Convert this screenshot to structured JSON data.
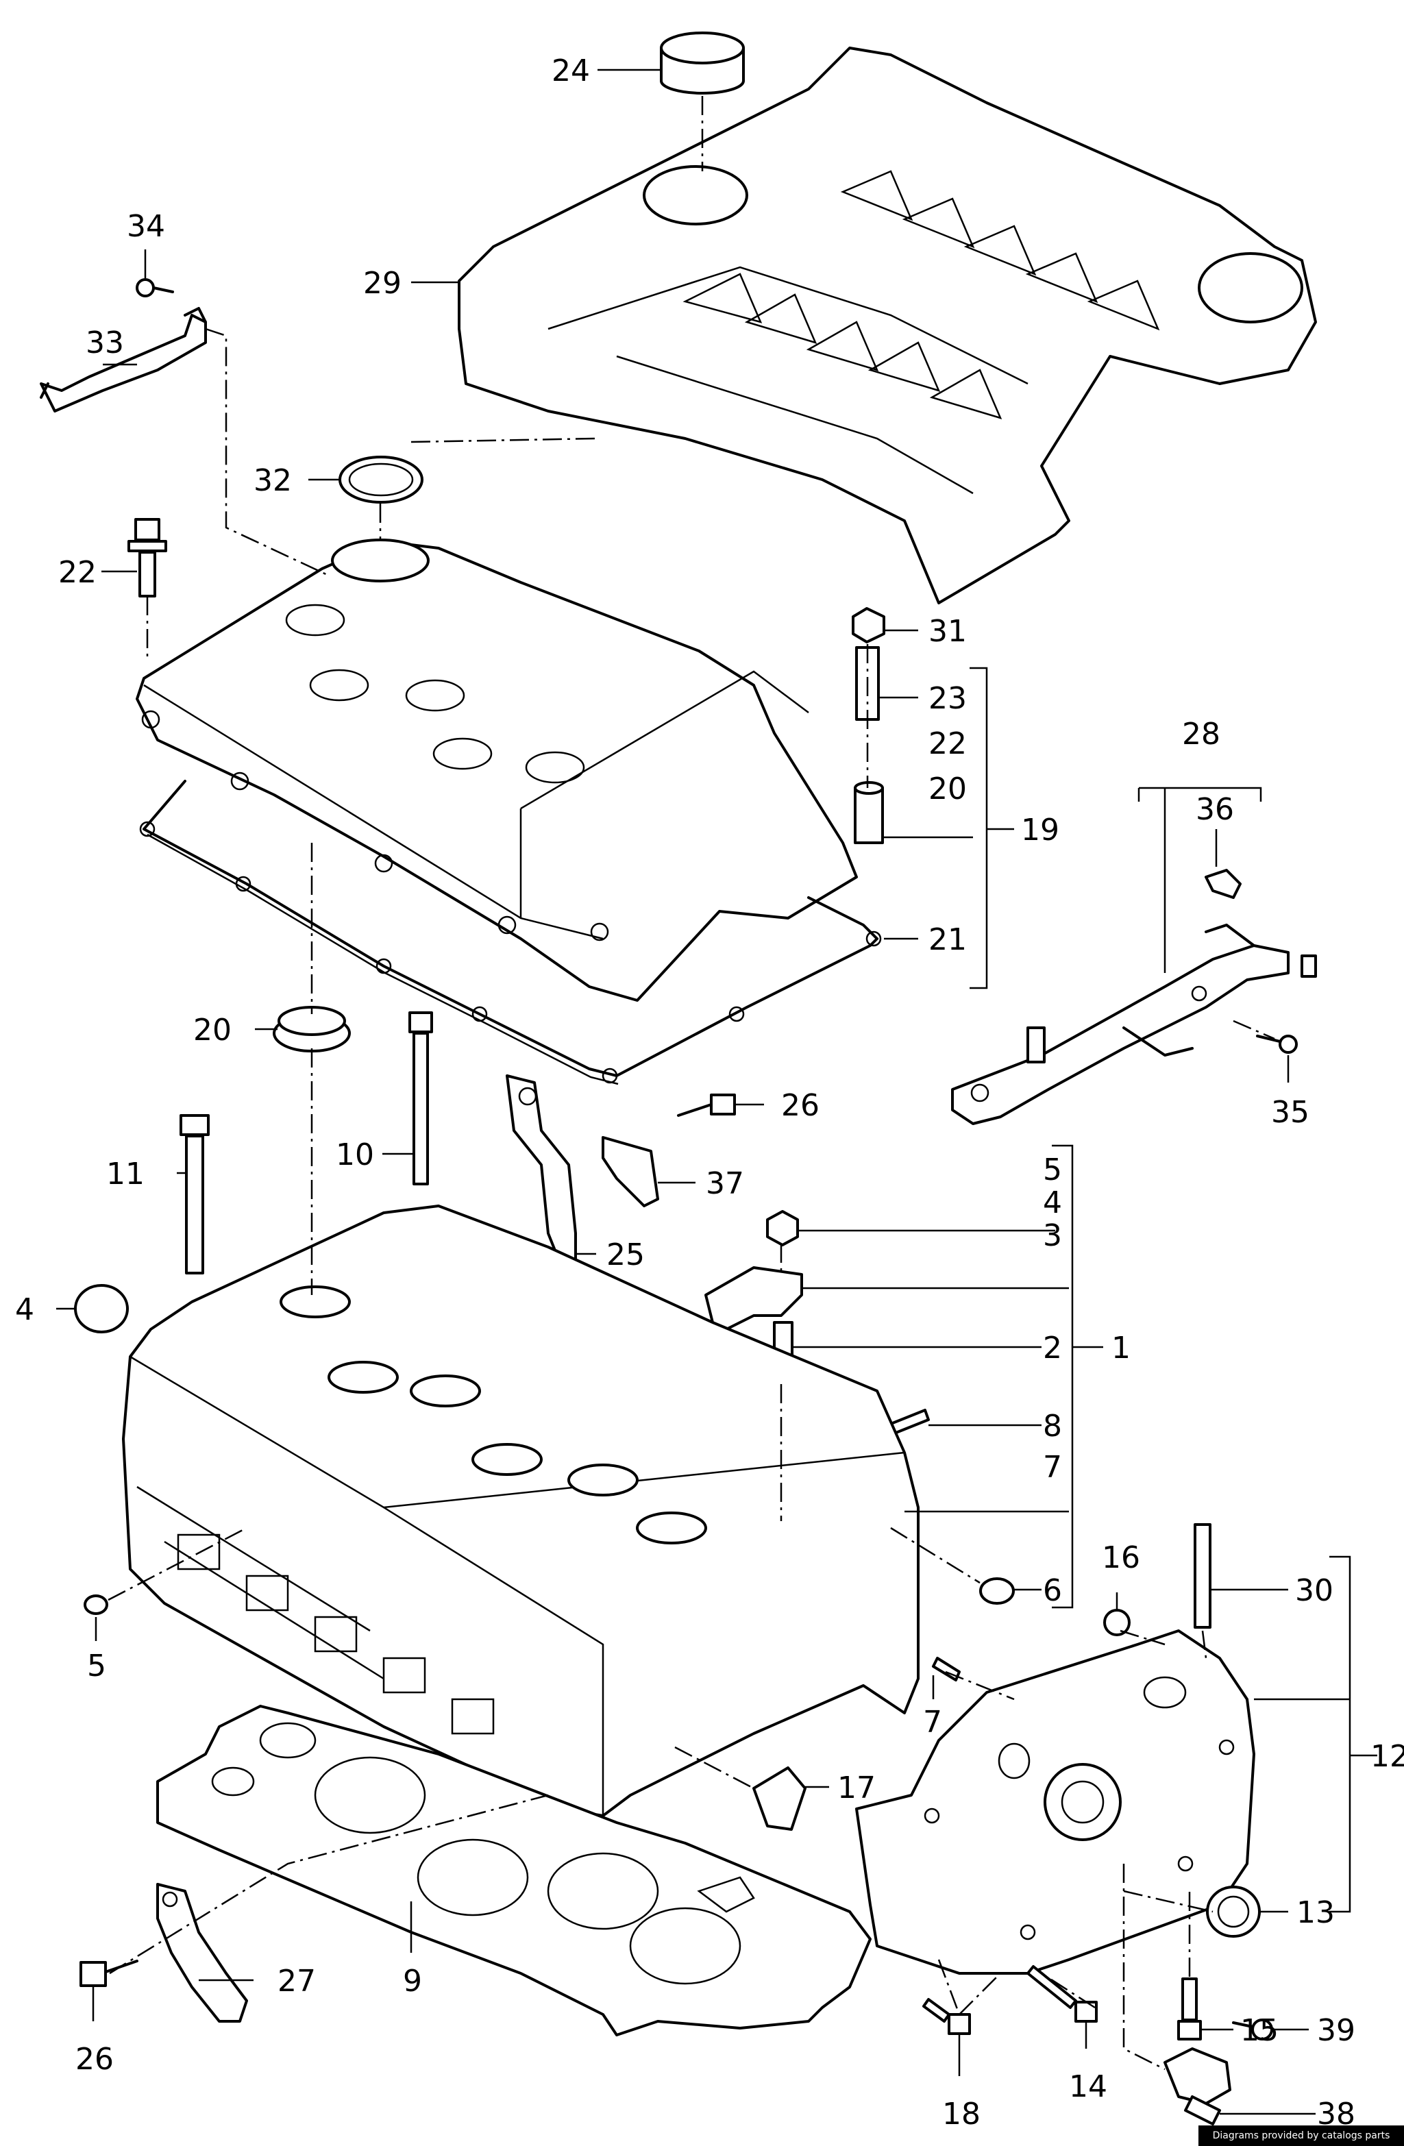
{
  "callouts": {
    "c1": "1",
    "c2": "2",
    "c3": "3",
    "c4_right": "4",
    "c4_left": "4",
    "c5_right": "5",
    "c5_left": "5",
    "c6": "6",
    "c7_top": "7",
    "c7_bottom": "7",
    "c8": "8",
    "c9": "9",
    "c10": "10",
    "c11": "11",
    "c12": "12",
    "c13": "13",
    "c14": "14",
    "c15": "15",
    "c16": "16",
    "c17": "17",
    "c18": "18",
    "c19": "19",
    "c20_right": "20",
    "c20_left": "20",
    "c21": "21",
    "c22_right": "22",
    "c22_left": "22",
    "c23": "23",
    "c24": "24",
    "c25": "25",
    "c26_top": "26",
    "c26_bottom": "26",
    "c27": "27",
    "c28": "28",
    "c29": "29",
    "c30": "30",
    "c31": "31",
    "c32": "32",
    "c33": "33",
    "c34": "34",
    "c35": "35",
    "c36": "36",
    "c37": "37",
    "c38": "38",
    "c39": "39"
  },
  "credit": "Diagrams provided by catalogs parts"
}
